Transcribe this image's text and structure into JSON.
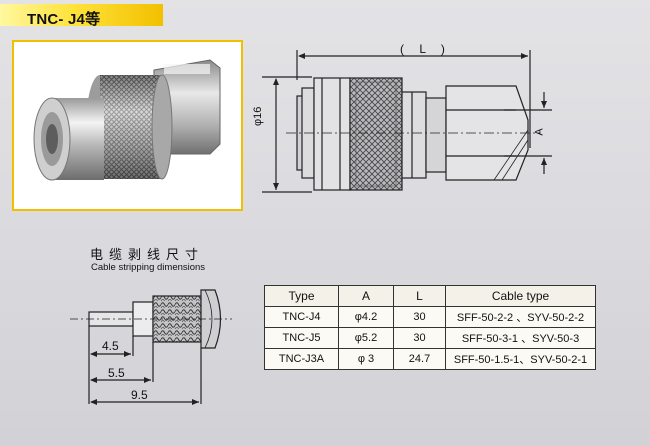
{
  "title": "TNC- J4等",
  "top_drawing": {
    "length_label": "( L )",
    "diameter_label": "φ16",
    "a_label": "A"
  },
  "strip": {
    "title_cn": "电缆剥线尺寸",
    "title_en": "Cable stripping dimensions",
    "dims": [
      "4.5",
      "5.5",
      "9.5"
    ]
  },
  "table": {
    "headers": [
      "Type",
      "A",
      "L",
      "Cable type"
    ],
    "rows": [
      [
        "TNC-J4",
        "φ4.2",
        "30",
        "SFF-50-2-2 、SYV-50-2-2"
      ],
      [
        "TNC-J5",
        "φ5.2",
        "30",
        "SFF-50-3-1 、SYV-50-3"
      ],
      [
        "TNC-J3A",
        "φ 3",
        "24.7",
        "SFF-50-1.5-1、SYV-50-2-1"
      ]
    ]
  },
  "colors": {
    "accent": "#ffe23a",
    "frame": "#f0c000"
  }
}
